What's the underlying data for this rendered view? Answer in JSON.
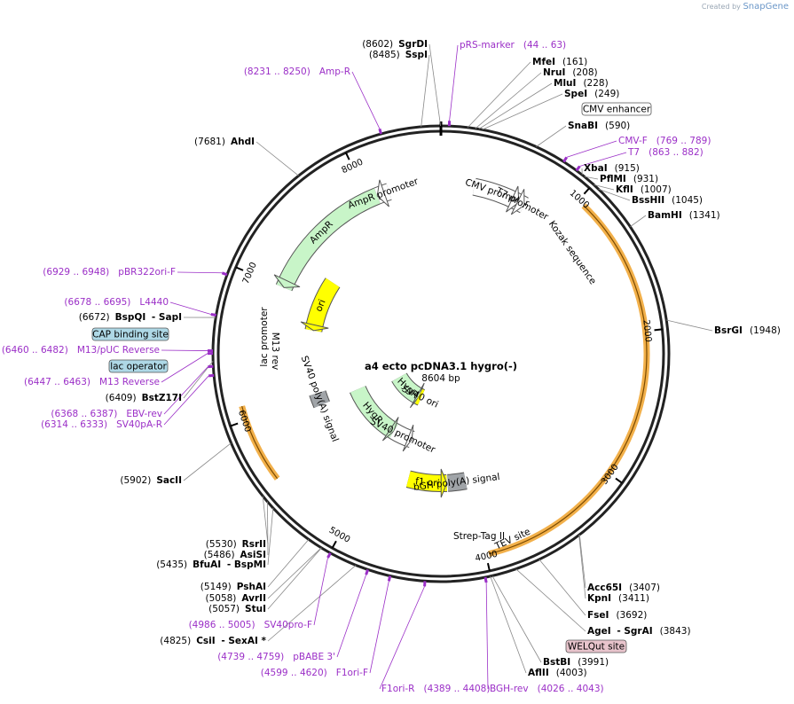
{
  "credit": {
    "prefix": "Created by",
    "brand": "SnapGene"
  },
  "plasmid": {
    "name": "a4 ecto pcDNA3.1 hygro(-)",
    "size": "8604 bp",
    "length": 8604
  },
  "colors": {
    "primer": "#9b2fc7",
    "backbone": "#222222",
    "orange": "#f2b04a",
    "green": "#c8f5c8",
    "yellow": "#ffff00",
    "gray": "#a0a4a8"
  },
  "ticks": [
    {
      "pos": 1000,
      "label": "1000"
    },
    {
      "pos": 2000,
      "label": "2000"
    },
    {
      "pos": 3000,
      "label": "3000"
    },
    {
      "pos": 4000,
      "label": "4000"
    },
    {
      "pos": 5000,
      "label": "5000"
    },
    {
      "pos": 6000,
      "label": "6000"
    },
    {
      "pos": 7000,
      "label": "7000"
    },
    {
      "pos": 8000,
      "label": "8000"
    }
  ],
  "features": [
    {
      "name": "AmpR",
      "start": 7000,
      "end": 8080,
      "ring": 1,
      "color": "#c8f5c8",
      "dir": "rev",
      "label": "AmpR"
    },
    {
      "name": "AmpR promoter",
      "start": 8080,
      "end": 8180,
      "ring": 1,
      "color": "#ffffff",
      "dir": "rev",
      "label": "AmpR promoter"
    },
    {
      "name": "CMV promoter",
      "start": 270,
      "end": 650,
      "ring": 1,
      "color": "#ffffff",
      "dir": "fwd",
      "label": "CMV promoter"
    },
    {
      "name": "T7 promoter",
      "start": 660,
      "end": 700,
      "ring": 1,
      "color": "#ffffff",
      "dir": "fwd",
      "label": "T7 promoter"
    },
    {
      "name": "ori",
      "start": 6700,
      "end": 7250,
      "ring": 2,
      "color": "#ffff00",
      "dir": "rev",
      "label": "ori"
    },
    {
      "name": "HygR",
      "start": 5050,
      "end": 5900,
      "ring": 3,
      "color": "#c8f5c8",
      "dir": "rev",
      "label": "HygR"
    },
    {
      "name": "SV40 promoter",
      "start": 4750,
      "end": 5050,
      "ring": 3,
      "color": "#ffffff",
      "dir": "rev",
      "label": "SV40 promoter"
    },
    {
      "name": "f1 ori",
      "start": 4240,
      "end": 4650,
      "ring": 2,
      "color": "#ffff00",
      "dir": "rev",
      "label": "f1 ori"
    },
    {
      "name": "bGH poly(A) signal",
      "start": 4040,
      "end": 4230,
      "ring": 2,
      "color": "#a0a4a8",
      "dir": "none",
      "label": "bGH poly(A) signal"
    },
    {
      "name": "SV40 poly(A) signal",
      "start": 5900,
      "end": 6030,
      "ring": 2,
      "color": "#a0a4a8",
      "dir": "none",
      "label": "SV40 poly(A) signal"
    },
    {
      "name": "HygR inner",
      "start": 4950,
      "end": 5750,
      "ring": 4,
      "color": "#c8f5c8",
      "dir": "rev",
      "label": "HygR"
    },
    {
      "name": "SV40 ori",
      "start": 4880,
      "end": 4960,
      "ring": 4,
      "color": "#ffff00",
      "dir": "none",
      "label": "SV40 ori"
    }
  ],
  "orange_arcs": [
    {
      "start": 1050,
      "end": 3980
    },
    {
      "start": 5560,
      "end": 6100
    }
  ],
  "enzymes_left": [
    {
      "text": "(8602)",
      "bold": "SgrDI"
    },
    {
      "text": "(8485)",
      "bold": "SspI"
    },
    {
      "text": "(7681)",
      "bold": "AhdI"
    },
    {
      "text": "(6672)",
      "bold": "BspQI",
      "extra": "- SapI"
    },
    {
      "text": "(6409)",
      "bold": "BstZ17I"
    },
    {
      "text": "(5902)",
      "bold": "SacII"
    },
    {
      "text": "(5530)",
      "bold": "RsrII"
    },
    {
      "text": "(5486)",
      "bold": "AsiSI"
    },
    {
      "text": "(5435)",
      "bold": "BfuAI",
      "extra": "- BspMI"
    },
    {
      "text": "(5149)",
      "bold": "PshAI"
    },
    {
      "text": "(5058)",
      "bold": "AvrII"
    },
    {
      "text": "(5057)",
      "bold": "StuI"
    },
    {
      "text": "(4825)",
      "bold": "CsiI",
      "extra": "- SexAI *"
    }
  ],
  "enzymes_right": [
    {
      "bold": "MfeI",
      "text": "(161)"
    },
    {
      "bold": "NruI",
      "text": "(208)"
    },
    {
      "bold": "MluI",
      "text": "(228)"
    },
    {
      "bold": "SpeI",
      "text": "(249)"
    },
    {
      "bold": "SnaBI",
      "text": "(590)"
    },
    {
      "bold": "XbaI",
      "text": "(915)"
    },
    {
      "bold": "PflMI",
      "text": "(931)"
    },
    {
      "bold": "KflI",
      "text": "(1007)"
    },
    {
      "bold": "BssHII",
      "text": "(1045)"
    },
    {
      "bold": "BamHI",
      "text": "(1341)"
    },
    {
      "bold": "BsrGI",
      "text": "(1948)"
    },
    {
      "bold": "Acc65I",
      "text": "(3407)"
    },
    {
      "bold": "KpnI",
      "text": "(3411)"
    },
    {
      "bold": "FseI",
      "text": "(3692)"
    },
    {
      "bold": "AgeI",
      "extra": "- SgrAI",
      "text": "(3843)"
    },
    {
      "bold": "BstBI",
      "text": "(3991)"
    },
    {
      "bold": "AflII",
      "text": "(4003)"
    }
  ],
  "primers": [
    {
      "name": "pRS-marker",
      "range": "(44 .. 63)"
    },
    {
      "name": "Amp-R",
      "range": "(8231 .. 8250)"
    },
    {
      "name": "CMV-F",
      "range": "(769 .. 789)"
    },
    {
      "name": "T7",
      "range": "(863 .. 882)"
    },
    {
      "name": "pBR322ori-F",
      "range": "(6929 .. 6948)"
    },
    {
      "name": "L4440",
      "range": "(6678 .. 6695)"
    },
    {
      "name": "M13/pUC Reverse",
      "range": "(6460 .. 6482)"
    },
    {
      "name": "M13 Reverse",
      "range": "(6447 .. 6463)"
    },
    {
      "name": "EBV-rev",
      "range": "(6368 .. 6387)"
    },
    {
      "name": "SV40pA-R",
      "range": "(6314 .. 6333)"
    },
    {
      "name": "SV40pro-F",
      "range": "(4986 .. 5005)"
    },
    {
      "name": "pBABE 3'",
      "range": "(4739 .. 4759)"
    },
    {
      "name": "F1ori-F",
      "range": "(4599 .. 4620)"
    },
    {
      "name": "F1ori-R",
      "range": "(4389 .. 4408)"
    },
    {
      "name": "BGH-rev",
      "range": "(4026 .. 4043)"
    }
  ],
  "boxed": [
    {
      "name": "CMV enhancer"
    },
    {
      "name": "CAP binding site"
    },
    {
      "name": "lac operator"
    },
    {
      "name": "WELQut site"
    }
  ],
  "inner_labels": {
    "lac_promoter": "lac promoter",
    "m13_rev": "M13 rev",
    "kozak": "Kozak sequence",
    "strep": "Strep-Tag II",
    "tev": "TEV site"
  }
}
